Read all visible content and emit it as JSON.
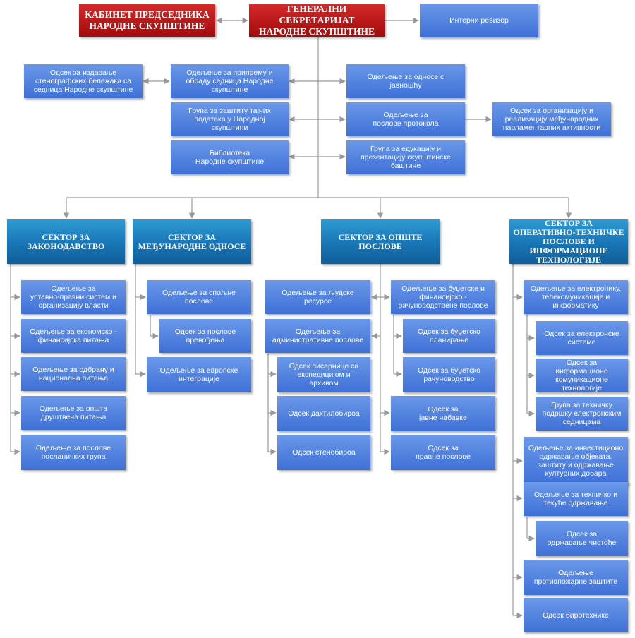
{
  "top": {
    "cabinet": "КАБИНЕТ ПРЕДСЕДНИКА\nНАРОДНЕ СКУПШТИНЕ",
    "secretariat": "ГЕНЕРАЛНИ СЕКРЕТАРИЈАТ\nНАРОДНЕ СКУПШТИНЕ",
    "auditor": "Интерни ревизор"
  },
  "units": {
    "stenographic": "Одсек за издавање\nстенографских бележака са\nседница Народне скупштине",
    "sessions": "Одељење за припрему и\nобраду седница Народне\nскупштине",
    "secret_data": "Група за заштиту тајних\nподатака у Народној\nскупштини",
    "library": "Библиотека\nНародне скупштине",
    "public_relations": "Одељење за односе с\nјавношћу",
    "protocol": "Одељење за\nпослове протокола",
    "parl_activities": "Одсек за организацију и\nреализацију међународних\nпарламентарних активности",
    "education": "Група за едукацију и\nпрезентацију скупштинске\nбаштине"
  },
  "sectors": {
    "legislation": {
      "title": "СЕКТОР ЗА\nЗАКОНОДАВСТВО",
      "items": [
        "Одељење за\nуставно-правни систем и\nорганизацију власти",
        "Одељење за економско -\nфинансијска питања",
        "Одељење за одбрану и\nнационална питања",
        "Одељење за општа\nдруштвена питања",
        "Одељење за послове\nпосланичких група"
      ]
    },
    "international": {
      "title": "СЕКТОР ЗА\nМЕЂУНАРОДНЕ ОДНОСЕ",
      "foreign": "Одељење за спољне\nпослове",
      "translation": "Одсек  за послове\nпревођења",
      "european": "Одељење за европске\nинтеграције"
    },
    "general": {
      "title": "СЕКТОР ЗА ОПШТЕ\nПОСЛОВЕ",
      "hr": "Одељење за људске\nресурсе",
      "admin": "Одељење за\nадминистративне послове",
      "registry": "Одсек писарнице са\nекспедицијом и\nархивом",
      "typing": "Одсек дактилобироа",
      "steno": "Одсек стенобироа",
      "budget": "Одељење за буџетске и\nфинансијско -\nрачуноводствене послове",
      "budget_planning": "Одсек за буџетско\nпланирање",
      "budget_accounting": "Одсек за буџетско\nрачуноводство",
      "procurement": "Одсек за\nјавне набавке",
      "legal": "Одсек за\nправне послове"
    },
    "technical": {
      "title": "СЕКТОР ЗА\nОПЕРАТИВНО-ТЕХНИЧКЕ\nПОСЛОВЕ И ИНФОРМАЦИОНЕ\nТЕХНОЛОГИЈЕ",
      "electronics": "Одељење за електронику,\nтелекомуникације и\nинформатику",
      "electronic_systems": "Одсек за електронске\nсистеме",
      "it_tech": "Одсек за\nинформационо\nкомуникационе\nтехнологије",
      "tech_support": "Група за техничку\nподршку електронским\nседницама",
      "investment": "Одељење за инвестиционо\nодржавање објеката,\nзаштиту и одржавање\nкултурних добара",
      "maintenance": "Одељење за техничко и\nтекуће одржавање",
      "cleaning": "Одсек за\nодржавање чистоће",
      "fire": "Одељење\nпротивпожарне заштите",
      "office_tech": "Одсек биротехнике"
    }
  }
}
